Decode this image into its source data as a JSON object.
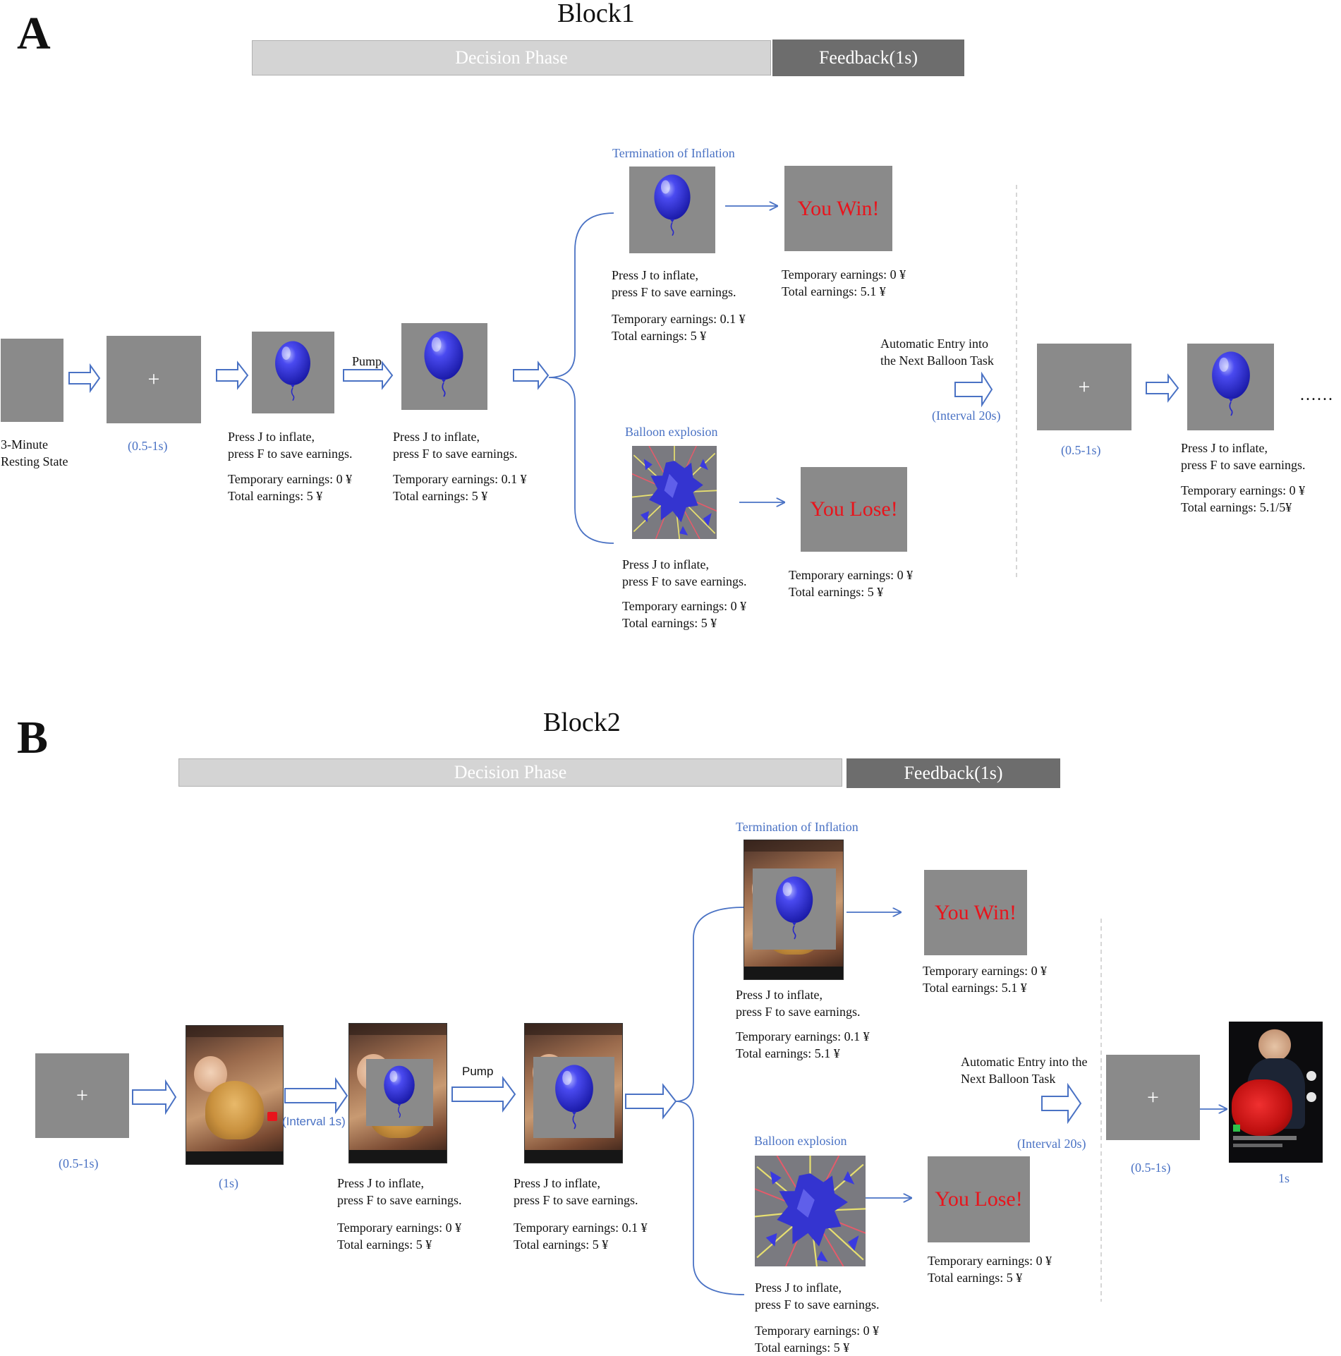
{
  "panels": {
    "A": {
      "letter": "A",
      "title": "Block1",
      "decision_label": "Decision Phase",
      "feedback_label": "Feedback(1s)",
      "resting_label_1": "3-Minute",
      "resting_label_2": "Resting State",
      "fixation_symbol": "+",
      "jitter": "(0.5-1s)",
      "pump_label": "Pump",
      "instruction_1": "Press J to inflate,",
      "instruction_2": "press F to save earnings.",
      "temp_0": "Temporary earnings: 0 ¥",
      "temp_01": "Temporary earnings: 0.1 ¥",
      "total_5": "Total earnings: 5 ¥",
      "total_51": "Total earnings: 5.1 ¥",
      "total_51_5": "Total earnings: 5.1/5¥",
      "termination_label": "Termination of Inflation",
      "explosion_label": "Balloon explosion",
      "win_text": "You Win!",
      "lose_text": "You Lose!",
      "auto_entry_1": "Automatic Entry into",
      "auto_entry_2": "the Next Balloon Task",
      "interval_20": "(Interval 20s)",
      "ellipsis": "......"
    },
    "B": {
      "letter": "B",
      "title": "Block2",
      "decision_label": "Decision Phase",
      "feedback_label": "Feedback(1s)",
      "fixation_symbol": "+",
      "jitter": "(0.5-1s)",
      "video_duration": "(1s)",
      "interval_1": "(Interval 1s)",
      "pump_label": "Pump",
      "instruction_1": "Press J to inflate,",
      "instruction_2": "press F to save earnings.",
      "temp_0": "Temporary earnings: 0 ¥",
      "temp_01": "Temporary earnings: 0.1 ¥",
      "total_5": "Total earnings: 5 ¥",
      "total_51": "Total earnings: 5.1 ¥",
      "termination_label": "Termination of  Inflation",
      "explosion_label": "Balloon explosion",
      "win_text": "You Win!",
      "lose_text": "You Lose!",
      "auto_entry_1": "Automatic Entry into the",
      "auto_entry_2": "Next Balloon Task",
      "interval_20": "(Interval 20s)",
      "final_duration": "1s"
    }
  },
  "colors": {
    "balloon": "#3a3ae6",
    "gray_box": "#8a8a8a",
    "arrow_blue": "#4a72c4",
    "win_lose_red": "#e8141c",
    "decision_bar": "#d4d4d4",
    "feedback_bar": "#6d6d6d"
  }
}
